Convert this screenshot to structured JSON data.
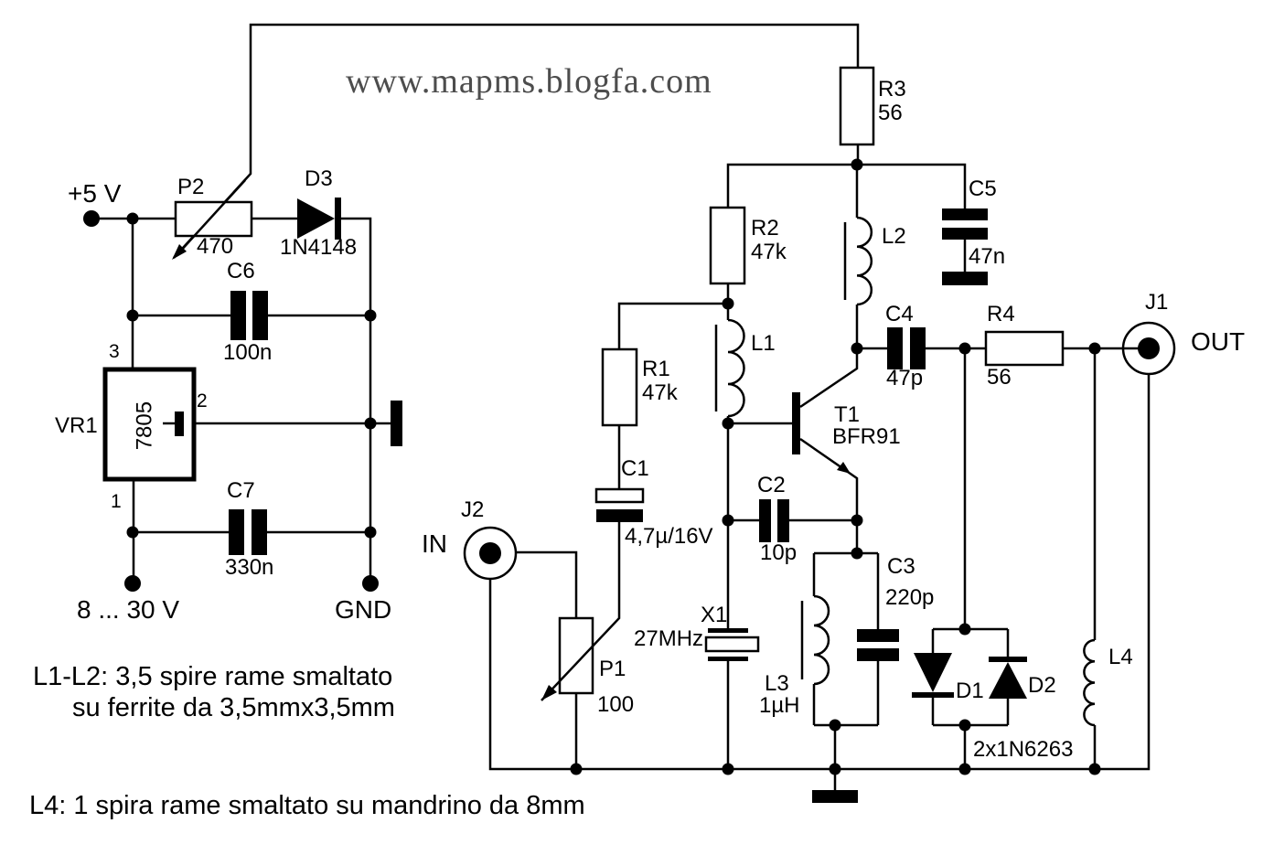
{
  "colors": {
    "background": "#ffffff",
    "ink": "#000000",
    "watermark": "#4d4d4d"
  },
  "watermark": "www.mapms.blogfa.com",
  "terminals": {
    "vcc": "+5 V",
    "vin": "8 ... 30 V",
    "gnd": "GND"
  },
  "connectors": {
    "J1": {
      "ref": "J1",
      "port": "OUT"
    },
    "J2": {
      "ref": "J2",
      "port": "IN"
    }
  },
  "components": {
    "P2": {
      "ref": "P2",
      "value": "470",
      "type": "potentiometer"
    },
    "D3": {
      "ref": "D3",
      "value": "1N4148",
      "type": "diode"
    },
    "C6": {
      "ref": "C6",
      "value": "100n",
      "type": "capacitor"
    },
    "VR1": {
      "ref": "VR1",
      "value": "7805",
      "type": "voltage-regulator",
      "pin1": "1",
      "pin2": "2",
      "pin3": "3"
    },
    "C7": {
      "ref": "C7",
      "value": "330n",
      "type": "capacitor"
    },
    "R3": {
      "ref": "R3",
      "value": "56",
      "type": "resistor"
    },
    "R2": {
      "ref": "R2",
      "value": "47k",
      "type": "resistor"
    },
    "R1": {
      "ref": "R1",
      "value": "47k",
      "type": "resistor"
    },
    "C1": {
      "ref": "C1",
      "value": "4,7µ/16V",
      "type": "electrolytic-capacitor"
    },
    "L1": {
      "ref": "L1",
      "type": "inductor"
    },
    "L2": {
      "ref": "L2",
      "type": "inductor"
    },
    "C5": {
      "ref": "C5",
      "value": "47n",
      "type": "capacitor"
    },
    "C4": {
      "ref": "C4",
      "value": "47p",
      "type": "capacitor"
    },
    "R4": {
      "ref": "R4",
      "value": "56",
      "type": "resistor"
    },
    "T1": {
      "ref": "T1",
      "value": "BFR91",
      "type": "npn-transistor"
    },
    "C2": {
      "ref": "C2",
      "value": "10p",
      "type": "capacitor"
    },
    "X1": {
      "ref": "X1",
      "value": "27MHz",
      "type": "crystal"
    },
    "C3": {
      "ref": "C3",
      "value": "220p",
      "type": "capacitor"
    },
    "L3": {
      "ref": "L3",
      "value": "1µH",
      "type": "inductor"
    },
    "D1": {
      "ref": "D1",
      "type": "diode"
    },
    "D2": {
      "ref": "D2",
      "type": "diode"
    },
    "diode_pair": {
      "value": "2x1N6263"
    },
    "L4": {
      "ref": "L4",
      "type": "inductor"
    },
    "P1": {
      "ref": "P1",
      "value": "100",
      "type": "potentiometer"
    }
  },
  "notes": {
    "coils_line1": "L1-L2: 3,5 spire rame smaltato",
    "coils_line2": "su ferrite da 3,5mmx3,5mm",
    "l4_note": "L4: 1 spira rame smaltato su mandrino da 8mm"
  }
}
